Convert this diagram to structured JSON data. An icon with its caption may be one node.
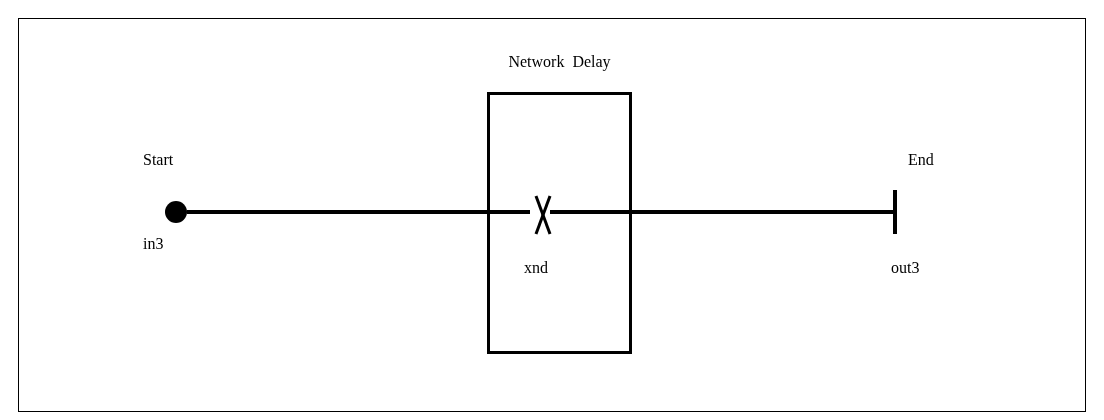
{
  "diagram": {
    "nodes": [
      {
        "text": [],
        "shape": "circle",
        "beside": [
          "Start",
          "in3"
        ]
      },
      {
        "text": [
          "Network Delay"
        ]
      },
      {
        "text": [],
        "shape": "cross",
        "in": 1,
        "beside": [
          "xnd"
        ]
      },
      {
        "text": [],
        "shape": "bar",
        "beside": [
          "End",
          "out3"
        ]
      }
    ],
    "edges": [
      {
        "from": 0,
        "to": 2,
        "arrow": "none"
      },
      {
        "from": 2,
        "to": 3,
        "arrow": "none"
      }
    ]
  }
}
